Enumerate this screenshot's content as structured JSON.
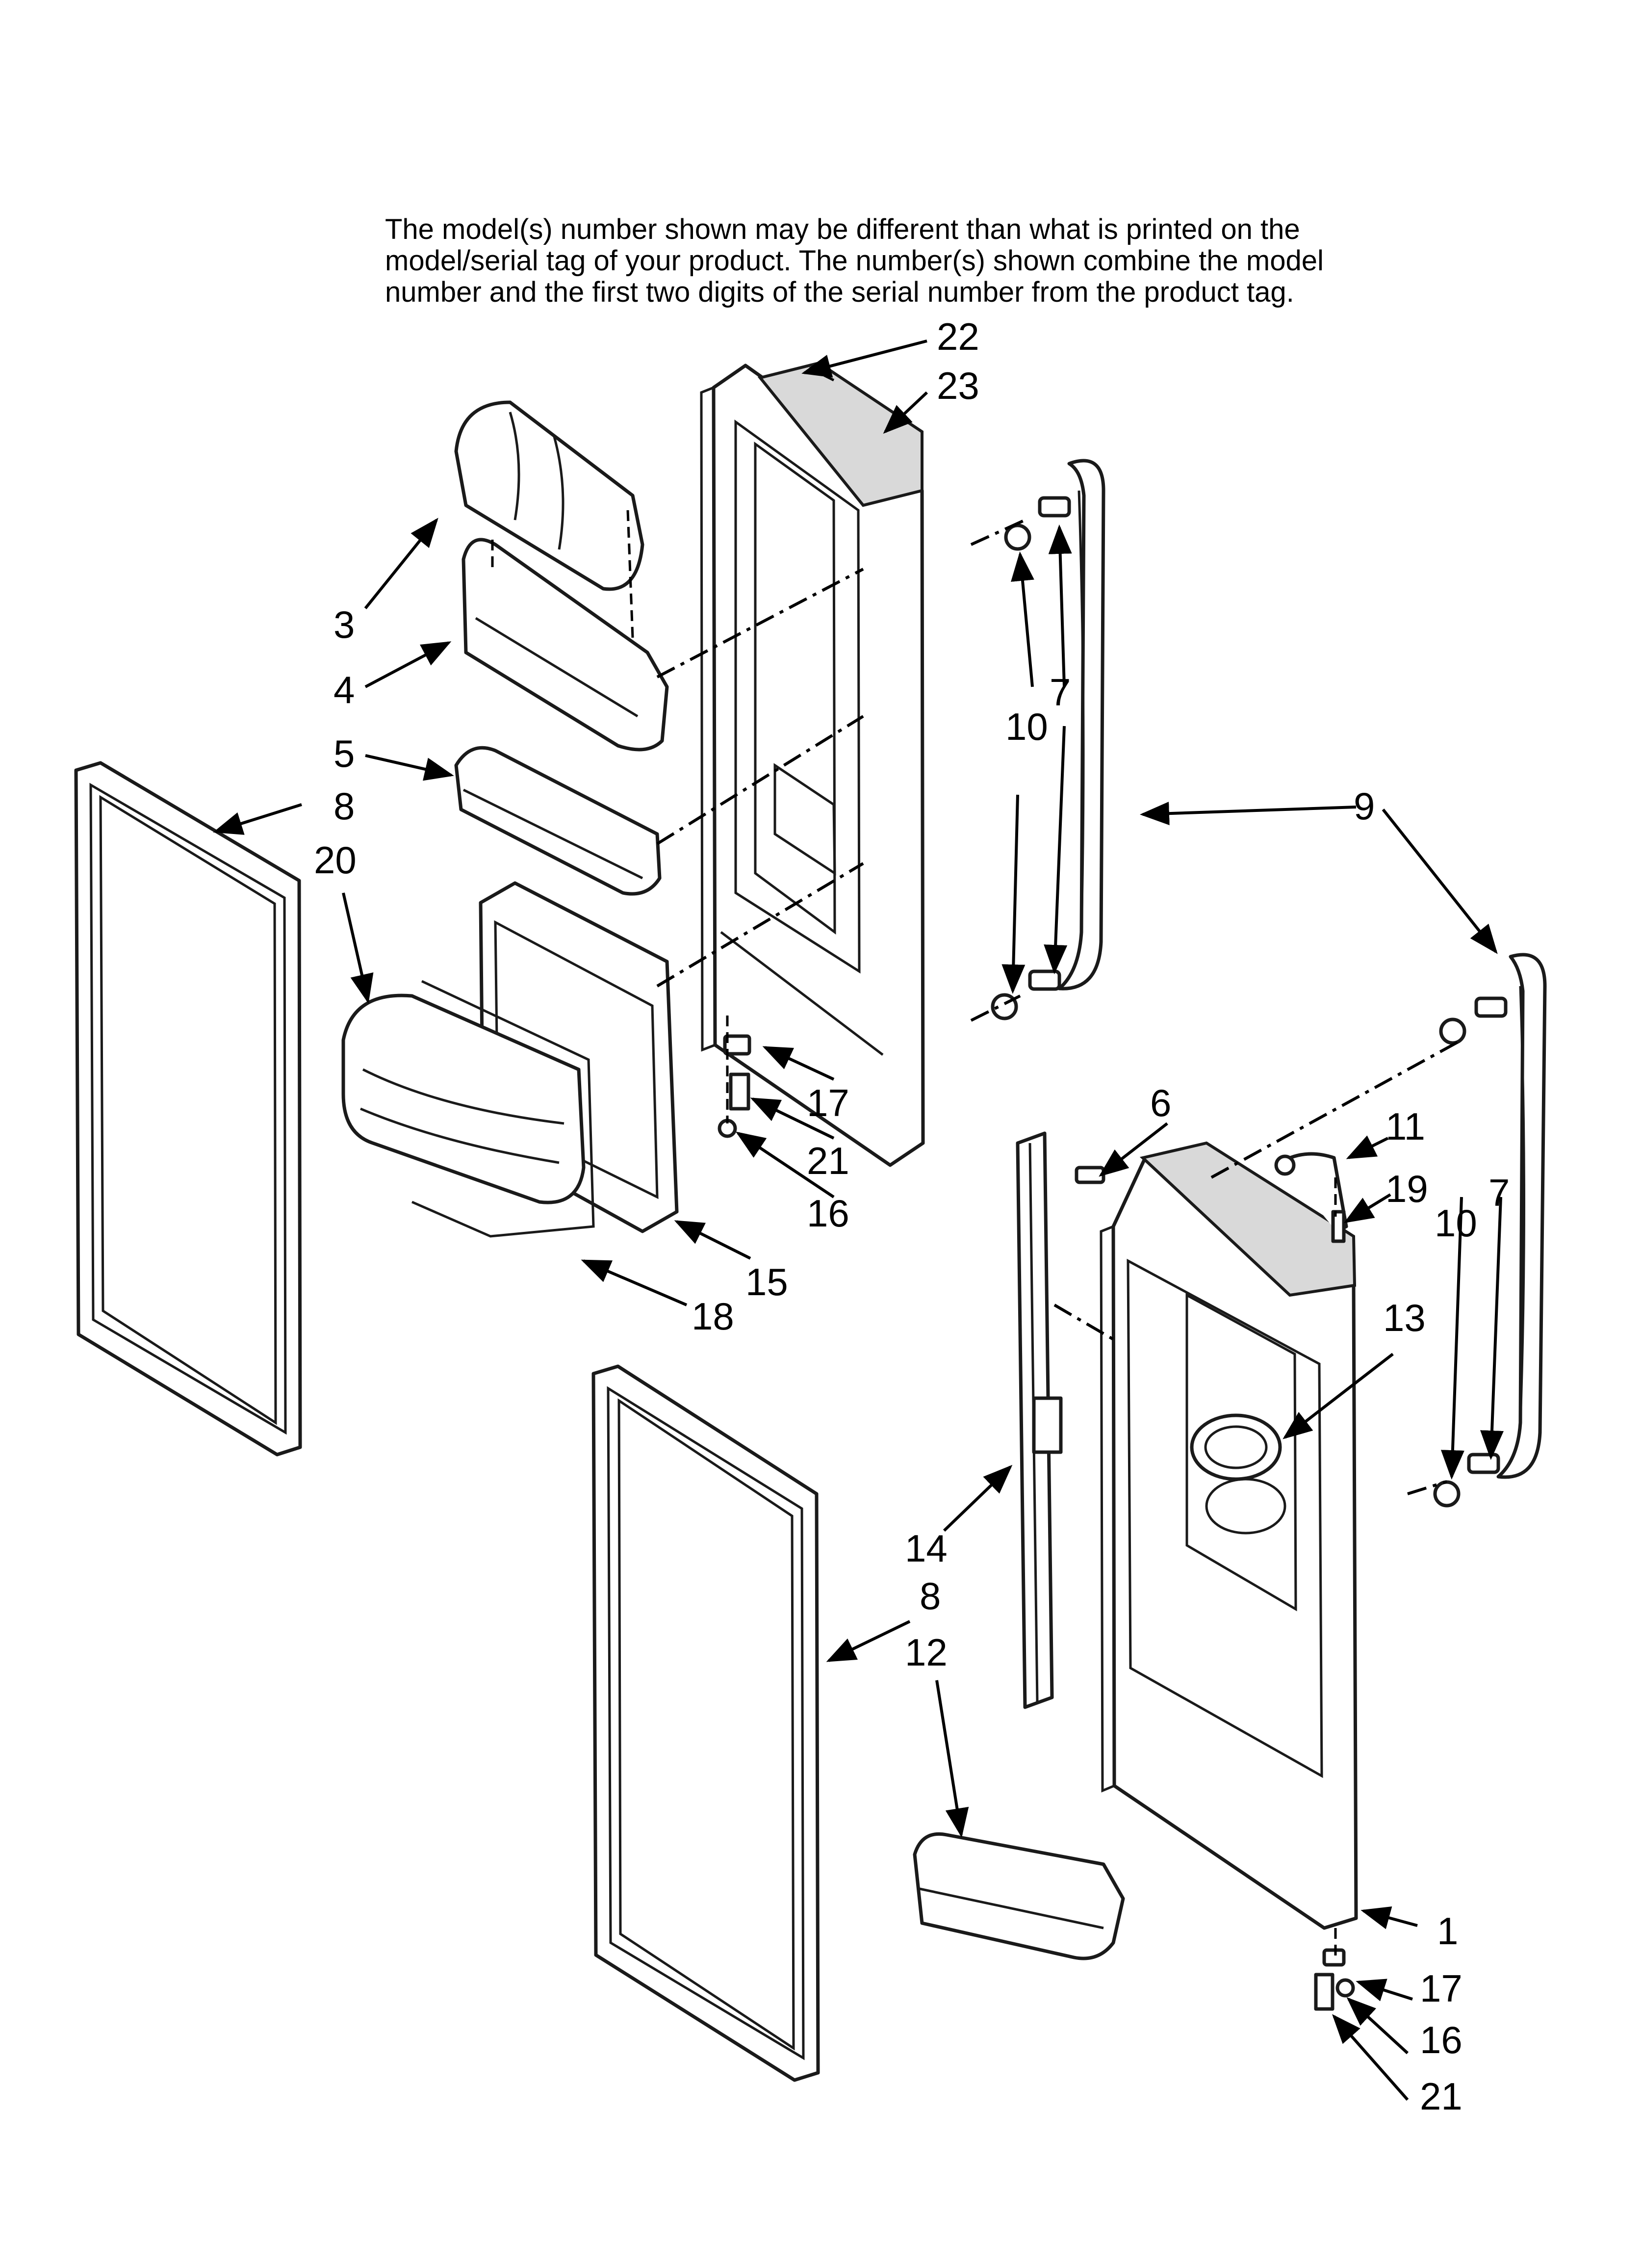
{
  "notice": {
    "line1": "The model(s) number shown may be different than what is printed on the",
    "line2": "model/serial tag of your product. The number(s) shown combine the model",
    "line3": "number and the first two digits of the serial number from the product tag."
  },
  "callouts": {
    "c1": "1",
    "c3": "3",
    "c4": "4",
    "c5": "5",
    "c6": "6",
    "c7a": "7",
    "c7b": "7",
    "c8a": "8",
    "c8b": "8",
    "c9": "9",
    "c10a": "10",
    "c10b": "10",
    "c11": "11",
    "c12": "12",
    "c13": "13",
    "c14": "14",
    "c15": "15",
    "c16a": "16",
    "c16b": "16",
    "c17a": "17",
    "c17b": "17",
    "c18": "18",
    "c19": "19",
    "c20": "20",
    "c21a": "21",
    "c21b": "21",
    "c22": "22",
    "c23": "23"
  }
}
